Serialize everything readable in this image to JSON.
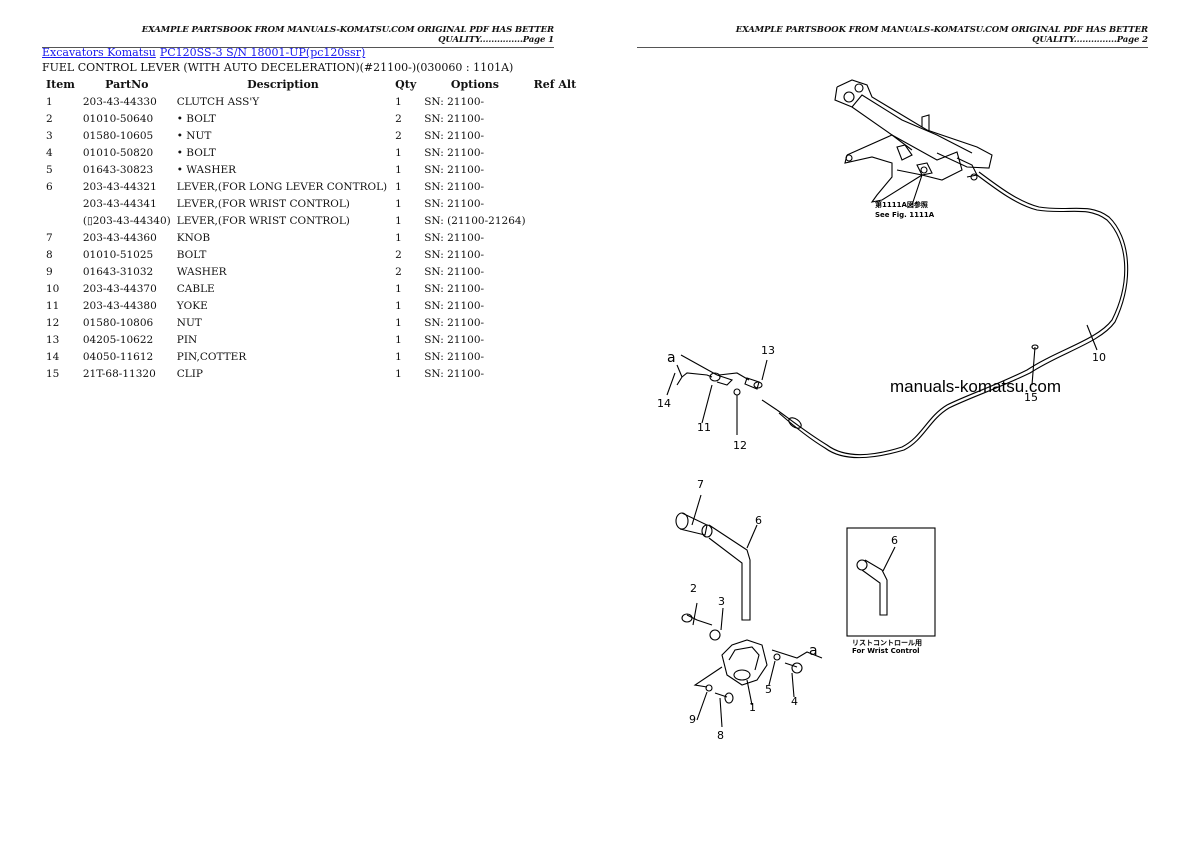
{
  "header": {
    "page1": "EXAMPLE PARTSBOOK FROM MANUALS-KOMATSU.COM ORIGINAL PDF HAS BETTER QUALITY...............Page 1",
    "page2": "EXAMPLE PARTSBOOK FROM MANUALS-KOMATSU.COM ORIGINAL PDF HAS BETTER QUALITY...............Page 2"
  },
  "breadcrumb": {
    "link1": "Excavators Komatsu",
    "link2": "PC120SS-3 S/N 18001-UP(pc120ssr)",
    "link_color": "#1a1aee"
  },
  "section_title": "FUEL CONTROL LEVER (WITH AUTO DECELERATION)(#21100-)(030060 : 1101A)",
  "table": {
    "columns": [
      "Item",
      "PartNo",
      "Description",
      "Qty",
      "Options",
      "Ref Alt"
    ],
    "rows": [
      {
        "item": "1",
        "part": "203-43-44330",
        "desc": "CLUTCH ASS'Y",
        "qty": "1",
        "opt": "SN: 21100-"
      },
      {
        "item": "2",
        "part": "01010-50640",
        "desc": "• BOLT",
        "qty": "2",
        "opt": "SN: 21100-"
      },
      {
        "item": "3",
        "part": "01580-10605",
        "desc": "• NUT",
        "qty": "2",
        "opt": "SN: 21100-"
      },
      {
        "item": "4",
        "part": "01010-50820",
        "desc": "• BOLT",
        "qty": "1",
        "opt": "SN: 21100-"
      },
      {
        "item": "5",
        "part": "01643-30823",
        "desc": "• WASHER",
        "qty": "1",
        "opt": "SN: 21100-"
      },
      {
        "item": "6",
        "part": "203-43-44321",
        "desc": "LEVER,(FOR LONG LEVER CONTROL)",
        "qty": "1",
        "opt": "SN: 21100-"
      },
      {
        "item": "",
        "part": "203-43-44341",
        "desc": "LEVER,(FOR WRIST CONTROL)",
        "qty": "1",
        "opt": "SN: 21100-"
      },
      {
        "item": "",
        "part": "(▯203-43-44340)",
        "desc": "LEVER,(FOR WRIST CONTROL)",
        "qty": "1",
        "opt": "SN: (21100-21264)"
      },
      {
        "item": "7",
        "part": "203-43-44360",
        "desc": "KNOB",
        "qty": "1",
        "opt": "SN: 21100-"
      },
      {
        "item": "8",
        "part": "01010-51025",
        "desc": "BOLT",
        "qty": "2",
        "opt": "SN: 21100-"
      },
      {
        "item": "9",
        "part": "01643-31032",
        "desc": "WASHER",
        "qty": "2",
        "opt": "SN: 21100-"
      },
      {
        "item": "10",
        "part": "203-43-44370",
        "desc": "CABLE",
        "qty": "1",
        "opt": "SN: 21100-"
      },
      {
        "item": "11",
        "part": "203-43-44380",
        "desc": "YOKE",
        "qty": "1",
        "opt": "SN: 21100-"
      },
      {
        "item": "12",
        "part": "01580-10806",
        "desc": "NUT",
        "qty": "1",
        "opt": "SN: 21100-"
      },
      {
        "item": "13",
        "part": "04205-10622",
        "desc": "PIN",
        "qty": "1",
        "opt": "SN: 21100-"
      },
      {
        "item": "14",
        "part": "04050-11612",
        "desc": "PIN,COTTER",
        "qty": "1",
        "opt": "SN: 21100-"
      },
      {
        "item": "15",
        "part": "21T-68-11320",
        "desc": "CLIP",
        "qty": "1",
        "opt": "SN: 21100-"
      }
    ]
  },
  "diagram": {
    "watermark": "manuals-komatsu.com",
    "see_fig_jp": "第1111A図参照",
    "see_fig": "See Fig. 1111A",
    "wrist_jp": "リストコントロール用",
    "wrist": "For Wrist Control",
    "callouts": {
      "c1": "1",
      "c2": "2",
      "c3": "3",
      "c4": "4",
      "c5": "5",
      "c6": "6",
      "c6b": "6",
      "c7": "7",
      "c8": "8",
      "c9": "9",
      "c10": "10",
      "c11": "11",
      "c12": "12",
      "c13": "13",
      "c14": "14",
      "c15": "15",
      "a1": "a",
      "a2": "a"
    }
  }
}
